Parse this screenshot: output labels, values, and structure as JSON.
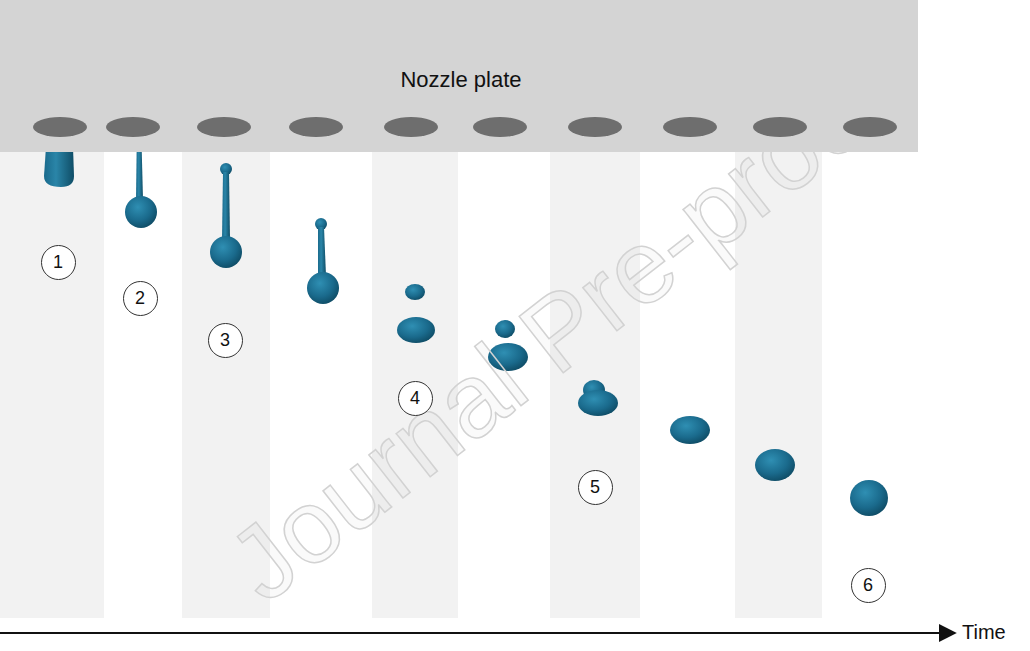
{
  "diagram": {
    "nodes": [
      {
        "text": [
          "Nozzle plate"
        ]
      },
      {
        "text": [
          "1"
        ]
      },
      {
        "text": [
          "2"
        ]
      },
      {
        "text": [
          "3"
        ]
      },
      {
        "text": [
          "4"
        ]
      },
      {
        "text": [
          "5"
        ]
      },
      {
        "text": [
          "6"
        ]
      }
    ],
    "labels": [
      "Time",
      "Journal Pre-proof"
    ]
  }
}
